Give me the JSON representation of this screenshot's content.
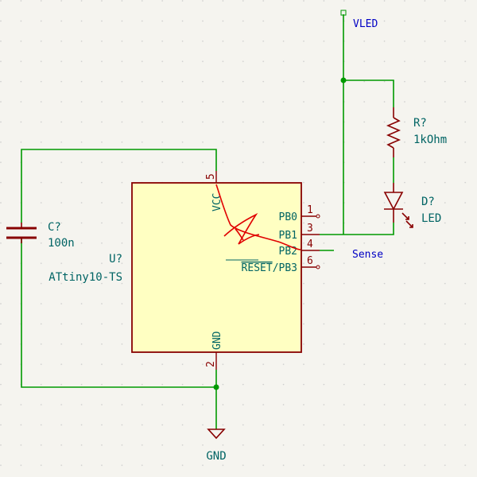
{
  "colors": {
    "wire": "#009900",
    "component": "#880000",
    "body_fill": "#ffffc2",
    "ref_text": "#006464",
    "net_label": "#0000c4",
    "annotation": "#e00000",
    "grid_dot": "#c8c8c8"
  },
  "nets": {
    "vled": "VLED",
    "sense": "Sense",
    "gnd": "GND"
  },
  "u1": {
    "ref": "U?",
    "value": "ATtiny10-TS",
    "pins": {
      "vcc": {
        "name": "VCC",
        "number": "5"
      },
      "gnd": {
        "name": "GND",
        "number": "2"
      },
      "pb0": {
        "name": "PB0",
        "number": "1"
      },
      "pb1": {
        "name": "PB1",
        "number": "3"
      },
      "pb2": {
        "name": "PB2",
        "number": "4"
      },
      "pb3": {
        "name_overline": "RESET",
        "name_rest": "/PB3",
        "number": "6"
      }
    }
  },
  "c1": {
    "ref": "C?",
    "value": "100n"
  },
  "r1": {
    "ref": "R?",
    "value": "1kOhm"
  },
  "d1": {
    "ref": "D?",
    "value": "LED"
  }
}
